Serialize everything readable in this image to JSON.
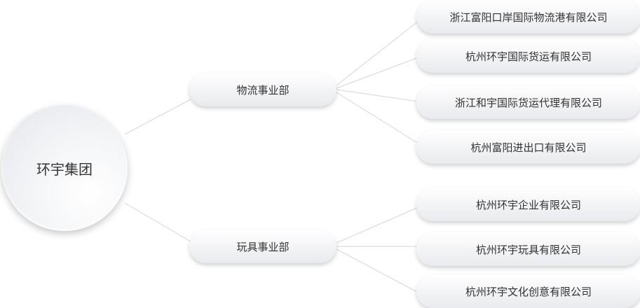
{
  "root": {
    "label": "环宇集团"
  },
  "divisions": [
    {
      "label": "物流事业部",
      "companies": [
        "浙江富阳口岸国际物流港有限公司",
        "杭州环宇国际货运有限公司",
        "浙江和宇国际货运代理有限公司",
        "杭州富阳进出口有限公司"
      ]
    },
    {
      "label": "玩具事业部",
      "companies": [
        "杭州环宇企业有限公司",
        "杭州环宇玩具有限公司",
        "杭州环宇文化创意有限公司"
      ]
    }
  ],
  "colors": {
    "connector": "#d3d6da",
    "text": "#333333"
  }
}
